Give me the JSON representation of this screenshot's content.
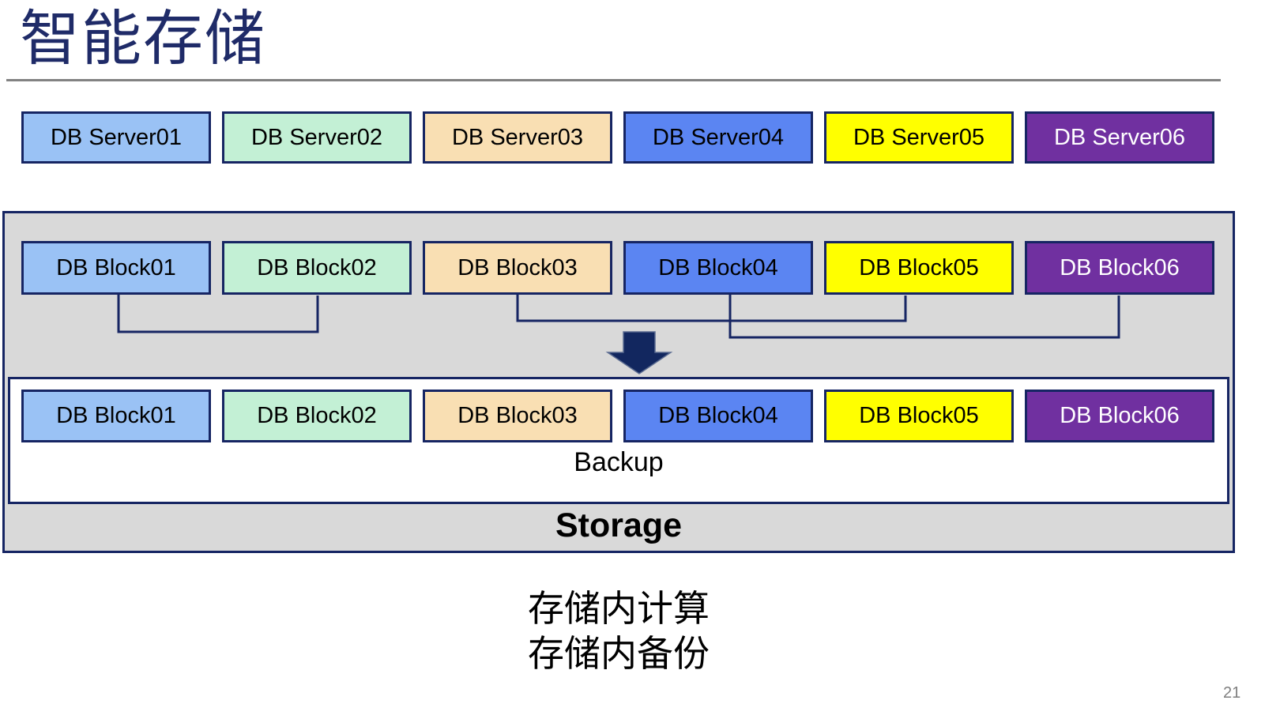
{
  "title": "智能存储",
  "page_number": "21",
  "caption": {
    "line1": "存储内计算",
    "line2": "存储内备份"
  },
  "palette": [
    {
      "name": "light-blue",
      "fill": "#9ac2f5",
      "text": "#000000"
    },
    {
      "name": "mint-green",
      "fill": "#c3f0d5",
      "text": "#000000"
    },
    {
      "name": "wheat",
      "fill": "#f9dfb3",
      "text": "#000000"
    },
    {
      "name": "royal-blue",
      "fill": "#5b85f2",
      "text": "#000000"
    },
    {
      "name": "yellow",
      "fill": "#ffff00",
      "text": "#000000"
    },
    {
      "name": "purple",
      "fill": "#7030a0",
      "text": "#ffffff"
    }
  ],
  "colors": {
    "title": "#1f2b68",
    "border": "#162563",
    "panel_bg": "#d9d9d9",
    "arrow": "#12275f",
    "rule": "#828282",
    "page_number": "#7f7f7f"
  },
  "server_row": {
    "items": [
      {
        "label": "DB Server01",
        "color": 0
      },
      {
        "label": "DB Server02",
        "color": 1
      },
      {
        "label": "DB Server03",
        "color": 2
      },
      {
        "label": "DB Server04",
        "color": 3
      },
      {
        "label": "DB Server05",
        "color": 4
      },
      {
        "label": "DB Server06",
        "color": 5
      }
    ]
  },
  "storage_panel": {
    "top_blocks": [
      {
        "label": "DB Block01",
        "color": 0
      },
      {
        "label": "DB Block02",
        "color": 1
      },
      {
        "label": "DB Block03",
        "color": 2
      },
      {
        "label": "DB Block04",
        "color": 3
      },
      {
        "label": "DB Block05",
        "color": 4
      },
      {
        "label": "DB Block06",
        "color": 5
      }
    ],
    "bottom_blocks": [
      {
        "label": "DB Block01",
        "color": 0
      },
      {
        "label": "DB Block02",
        "color": 1
      },
      {
        "label": "DB Block03",
        "color": 2
      },
      {
        "label": "DB Block04",
        "color": 3
      },
      {
        "label": "DB Block05",
        "color": 4
      },
      {
        "label": "DB Block06",
        "color": 5
      }
    ],
    "connected_pairs": [
      [
        "DB Block01",
        "DB Block02"
      ],
      [
        "DB Block03",
        "DB Block05"
      ],
      [
        "DB Block04",
        "DB Block06"
      ]
    ],
    "backup_label": "Backup",
    "storage_label": "Storage"
  }
}
